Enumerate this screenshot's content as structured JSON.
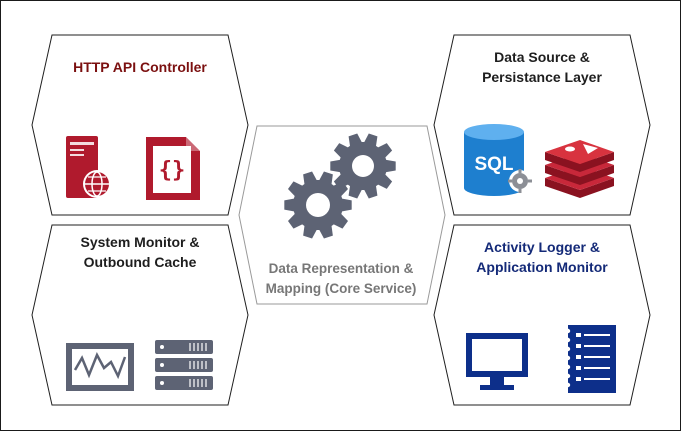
{
  "panels": {
    "http_api": {
      "title": "HTTP API Controller"
    },
    "data_source": {
      "title_line1": "Data Source &",
      "title_line2": "Persistance Layer",
      "sql_text": "SQL"
    },
    "system_monitor": {
      "title_line1": "System Monitor &",
      "title_line2": "Outbound Cache"
    },
    "activity_logger": {
      "title_line1": "Activity Logger &",
      "title_line2": "Application Monitor"
    },
    "core_service": {
      "title_line1": "Data Representation &",
      "title_line2": "Mapping (Core Service)"
    }
  },
  "colors": {
    "http_title": "#7b1010",
    "dark_title": "#1e1e1e",
    "blue_title": "#142a78",
    "core_title": "#777777",
    "red_icon": "#b01a2d",
    "blue_icon": "#0d2f8a",
    "gray_icon": "#5d6374",
    "sql_blue": "#1e7fcf"
  },
  "icons": [
    "server-globe-icon",
    "code-file-icon",
    "sql-database-icon",
    "redis-cube-icon",
    "monitor-chart-icon",
    "server-rack-icon",
    "desktop-monitor-icon",
    "log-list-icon",
    "gears-icon"
  ]
}
